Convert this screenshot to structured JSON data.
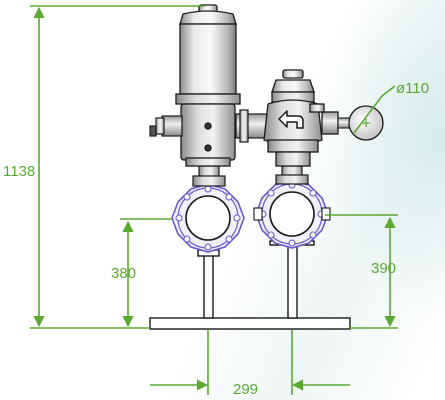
{
  "colors": {
    "dimension": "#5aaa32",
    "outline": "#1a1a1a",
    "flange": "#6a5acd",
    "flange_fill": "#f2f0fa",
    "body_light": "#e6e6e6",
    "body_mid": "#bdbdbd",
    "body_dark": "#7a7a7a",
    "background_tint": "#d2e8e8"
  },
  "icons": {
    "direction_arrow": "curved-arrow-icon",
    "gauge": "pressure-gauge-icon"
  },
  "dimensions": {
    "total_height": "1138",
    "left_inlet_height": "380",
    "right_outlet_height": "390",
    "pipe_spacing": "299",
    "gauge_diameter": "ø110"
  }
}
